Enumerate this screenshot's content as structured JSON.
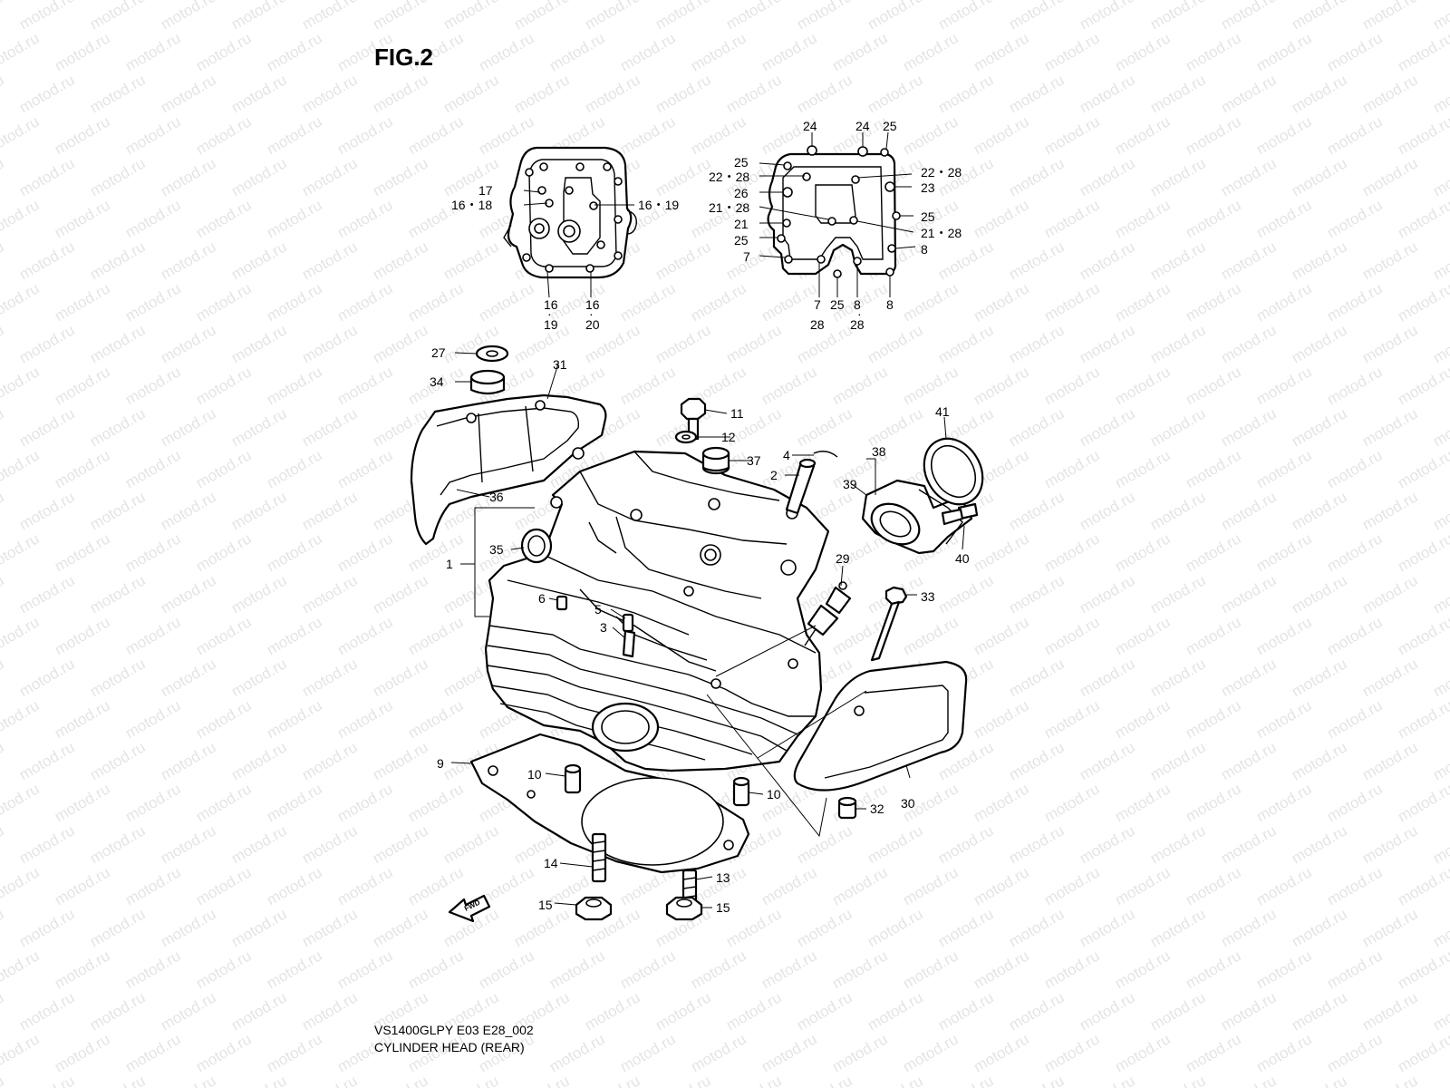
{
  "figure": {
    "title": "FIG.2",
    "model_code": "VS1400GLPY E03 E28_002",
    "subtitle": "CYLINDER HEAD (REAR)"
  },
  "watermark": {
    "text": "motod.ru"
  },
  "forward_indicator": {
    "label": "FWD",
    "icon": "forward-arrow-icon"
  },
  "callouts": {
    "top_left_view": {
      "c17": "17",
      "c16_18": "16・18",
      "c16_19_right": "16・19",
      "c16_bottom_left": "16",
      "c19_bottom": "19",
      "c16_bottom_right": "16",
      "c20_bottom": "20"
    },
    "top_right_view": {
      "c24_a": "24",
      "c24_b": "24",
      "c25_top": "25",
      "c25_left_a": "25",
      "c22_28_left": "22・28",
      "c22_28_right": "22・28",
      "c26": "26",
      "c23": "23",
      "c21_28_left": "21・28",
      "c25_right": "25",
      "c21": "21",
      "c21_28_right": "21・28",
      "c25_left_b": "25",
      "c8_right": "8",
      "c7_left": "7",
      "c7_bottom": "7",
      "c28_bottom_a": "28",
      "c25_bottom": "25",
      "c8_bottom": "8",
      "c28_bottom_b": "28",
      "c8_bottom_right": "8"
    },
    "main_view": {
      "c27": "27",
      "c31": "31",
      "c34": "34",
      "c11": "11",
      "c12": "12",
      "c37": "37",
      "c4": "4",
      "c2": "2",
      "c38": "38",
      "c39": "39",
      "c41": "41",
      "c36": "36",
      "c40": "40",
      "c35": "35",
      "c1": "1",
      "c29": "29",
      "c33": "33",
      "c6": "6",
      "c5": "5",
      "c3": "3",
      "c9": "9",
      "c10_left": "10",
      "c10_right": "10",
      "c30": "30",
      "c32": "32",
      "c14": "14",
      "c13": "13",
      "c15_left": "15",
      "c15_right": "15"
    }
  }
}
